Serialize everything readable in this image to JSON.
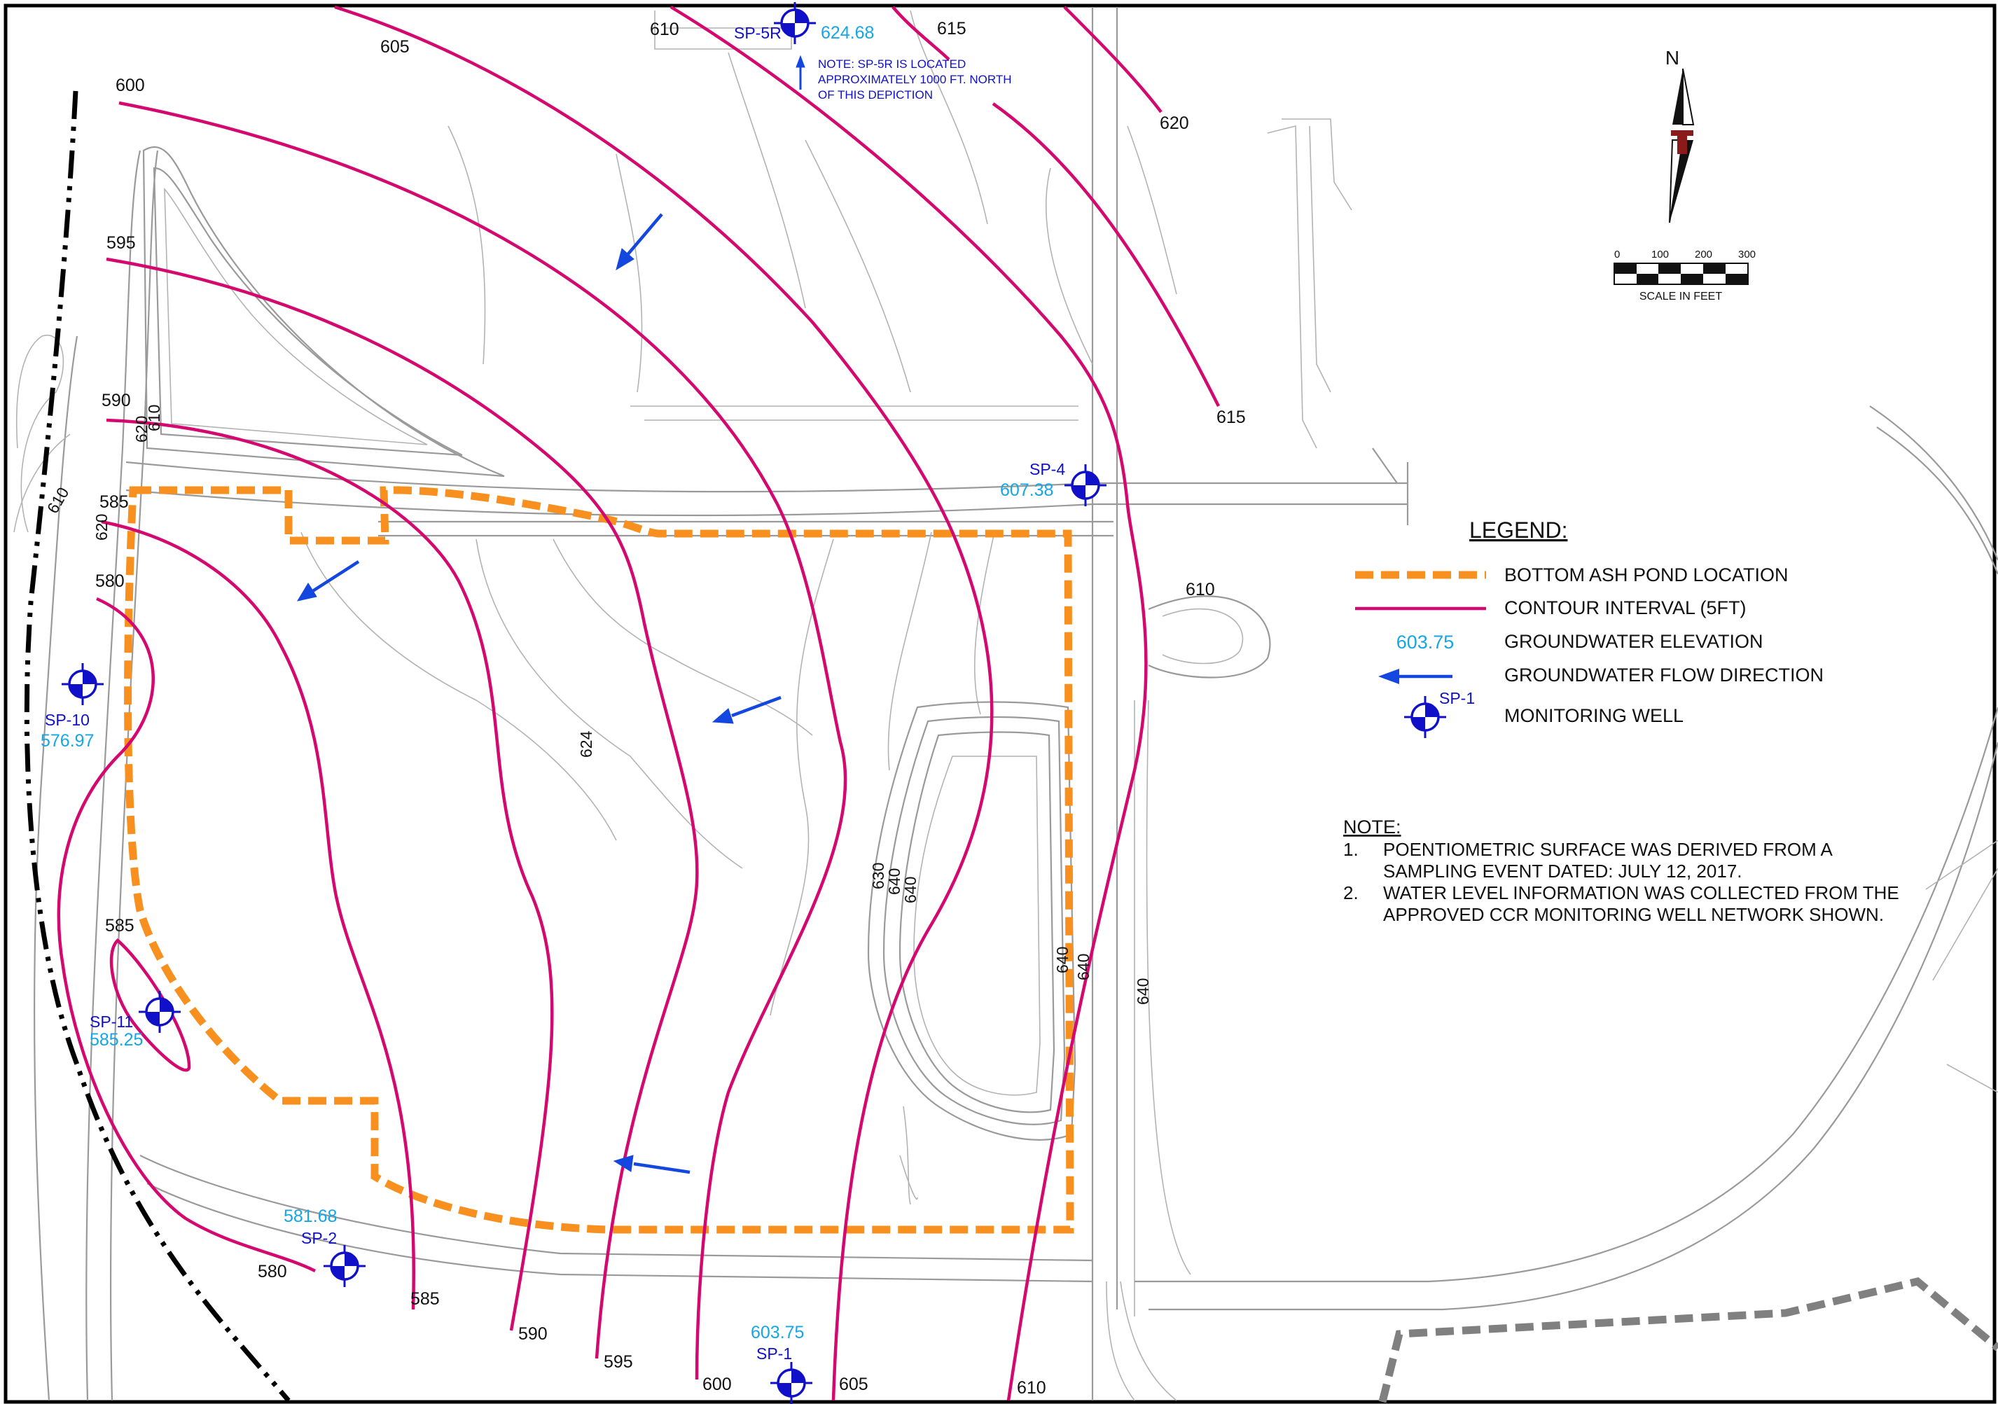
{
  "colors": {
    "contour": "#d4096f",
    "pond": "#f7901e",
    "well": "#1010c8",
    "groundwater_label": "#16a6e6",
    "flow_arrow": "#1446e0",
    "boundary": "#000000",
    "property_line": "#808080",
    "north_arrow_marker": "#8b1a1a",
    "topography": "#9a9a9a"
  },
  "north_arrow": {
    "label": "N"
  },
  "scale_bar": {
    "ticks": [
      "0",
      "100",
      "200",
      "300"
    ],
    "label": "SCALE IN FEET"
  },
  "legend": {
    "title": "LEGEND:",
    "items": [
      {
        "symbol": "pond-line-icon",
        "label": "BOTTOM ASH POND LOCATION"
      },
      {
        "symbol": "contour-line-icon",
        "label": "CONTOUR INTERVAL (5FT)"
      },
      {
        "symbol": "groundwater-value",
        "value": "603.75",
        "label": "GROUNDWATER ELEVATION"
      },
      {
        "symbol": "flow-arrow-icon",
        "label": "GROUNDWATER FLOW DIRECTION"
      },
      {
        "symbol": "monitoring-well-icon",
        "well_label": "SP-1",
        "label": "MONITORING WELL"
      }
    ]
  },
  "notes": {
    "heading": "NOTE:",
    "items": [
      {
        "num": "1.",
        "line1": "POENTIOMETRIC SURFACE WAS DERIVED FROM A",
        "line2": "SAMPLING EVENT DATED: JULY 12, 2017."
      },
      {
        "num": "2.",
        "line1": "WATER LEVEL INFORMATION WAS COLLECTED FROM THE",
        "line2": "APPROVED CCR MONITORING WELL NETWORK SHOWN."
      }
    ]
  },
  "sp5r_note": {
    "line1": "NOTE: SP-5R IS LOCATED",
    "line2": "APPROXIMATELY 1000 FT. NORTH",
    "line3": "OF THIS DEPICTION"
  },
  "wells": {
    "sp5r": {
      "name": "SP-5R",
      "elevation": "624.68"
    },
    "sp4": {
      "name": "SP-4",
      "elevation": "607.38"
    },
    "sp10": {
      "name": "SP-10",
      "elevation": "576.97"
    },
    "sp11": {
      "name": "SP-11",
      "elevation": "585.25"
    },
    "sp2": {
      "name": "SP-2",
      "elevation": "581.68"
    },
    "sp1": {
      "name": "SP-1",
      "elevation": "603.75"
    }
  },
  "contour_labels": {
    "c580_upper": "580",
    "c580_lower": "580",
    "c585_upper": "585",
    "c585_lobe": "585",
    "c585_lower": "585",
    "c590_upper": "590",
    "c590_lower": "590",
    "c595_upper": "595",
    "c595_lower": "595",
    "c600_upper": "600",
    "c600_lower": "600",
    "c605_upper": "605",
    "c605_lower": "605",
    "c610_upper": "610",
    "c610_mid": "610",
    "c610_lower": "610",
    "c615_upper": "615",
    "c615_mid": "615",
    "c620_upper": "620"
  },
  "topo_labels": {
    "t610_left": "610",
    "t620_left": "620",
    "t620_berm": "620",
    "t610_berm": "610",
    "t624": "624",
    "t630": "630",
    "t640_a": "640",
    "t640_b": "640",
    "t640_c": "640",
    "t640_d": "640",
    "t640_e": "640"
  }
}
